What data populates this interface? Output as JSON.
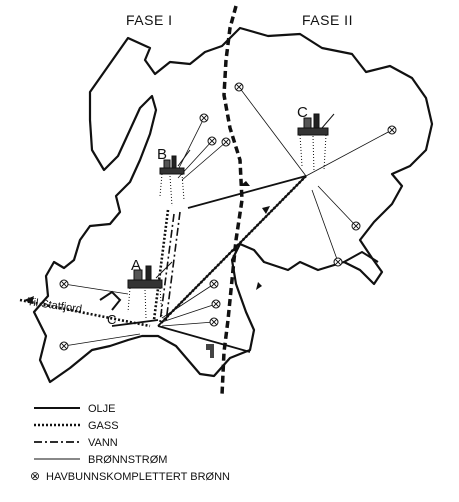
{
  "labels": {
    "phase_1": "FASE I",
    "phase_2": "FASE II",
    "platform_a": "A",
    "platform_b": "B",
    "platform_c_east": "C",
    "platform_c_south": "C",
    "to_statfjord": "Til Statfjord"
  },
  "legend": {
    "oil": "OLJE",
    "gas": "GASS",
    "water": "VANN",
    "wellstream": "BRØNNSTRØM",
    "subsea_well_symbol": "⊗",
    "subsea_well": "HAVBUNNSKOMPLETTERT BRØNN"
  },
  "colors": {
    "ink": "#111111",
    "background": "#ffffff"
  }
}
